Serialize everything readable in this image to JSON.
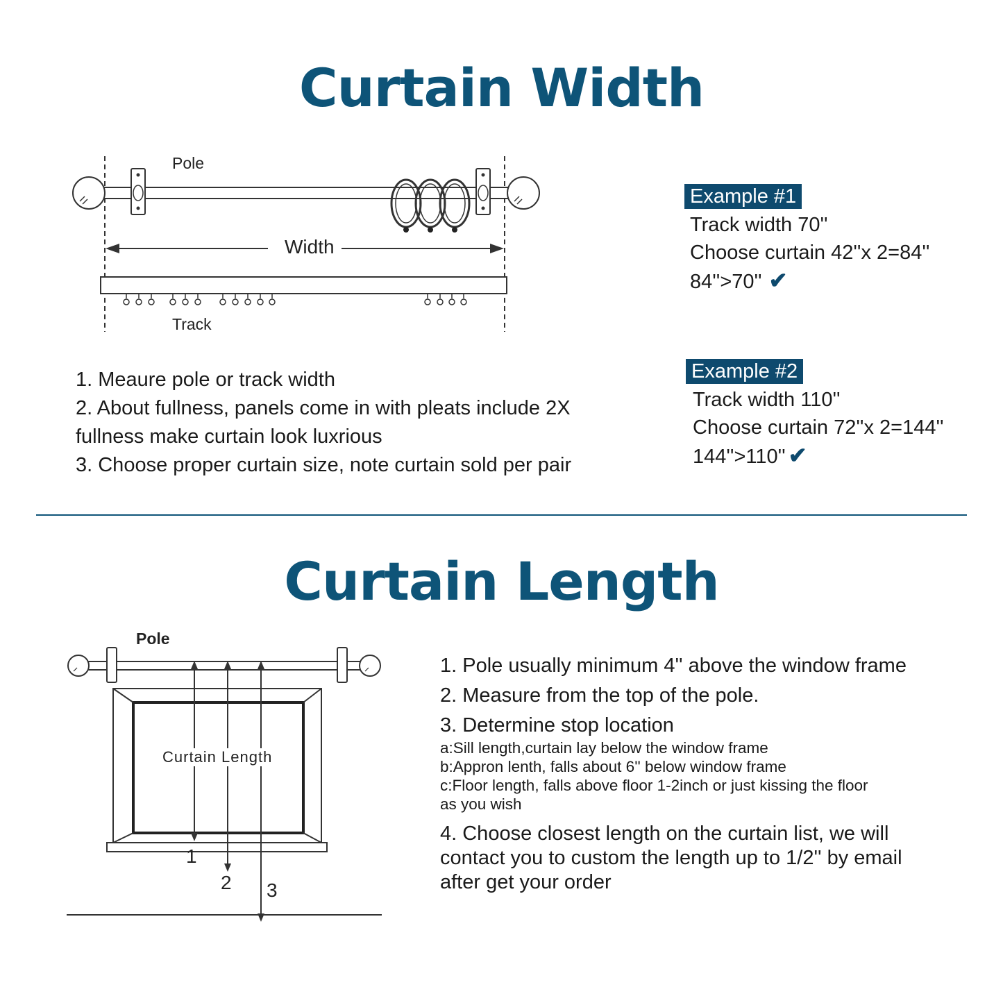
{
  "width_section": {
    "title": "Curtain Width",
    "labels": {
      "pole": "Pole",
      "width": "Width",
      "track": "Track"
    },
    "steps": [
      "1.  Meaure pole or track width",
      "2.  About fullness, panels come in with pleats include 2X",
      "fullness make curtain look luxrious",
      "3. Choose proper curtain size, note curtain sold per pair"
    ],
    "examples": [
      {
        "badge": "Example #1",
        "lines": [
          "Track width 70''",
          "Choose curtain 42''x 2=84''",
          "84''>70''"
        ]
      },
      {
        "badge": "Example #2",
        "lines": [
          "Track width 110''",
          "Choose curtain 72''x 2=144''",
          "144''>110''"
        ]
      }
    ],
    "check_icon": "✔"
  },
  "length_section": {
    "title": "Curtain Length",
    "labels": {
      "pole": "Pole",
      "curtain_length": "Curtain Length",
      "n1": "1",
      "n2": "2",
      "n3": "3"
    },
    "steps": {
      "s1": "1. Pole usually minimum 4'' above the window frame",
      "s2": "2. Measure from the top of the pole.",
      "s3": "3. Determine stop location",
      "s3a": "a:Sill length,curtain lay below the window frame",
      "s3b": "b:Appron lenth, falls about 6'' below window frame",
      "s3c": "c:Floor length, falls above floor 1-2inch or just kissing the floor",
      "s3c2": "as you wish",
      "s4a": "4. Choose closest length on the curtain list, we will",
      "s4b": "contact you to custom the length up to 1/2'' by email",
      "s4c": "after get your order"
    }
  },
  "colors": {
    "accent": "#0e5478",
    "badge": "#0e4a6e",
    "divider": "#0e5478"
  }
}
